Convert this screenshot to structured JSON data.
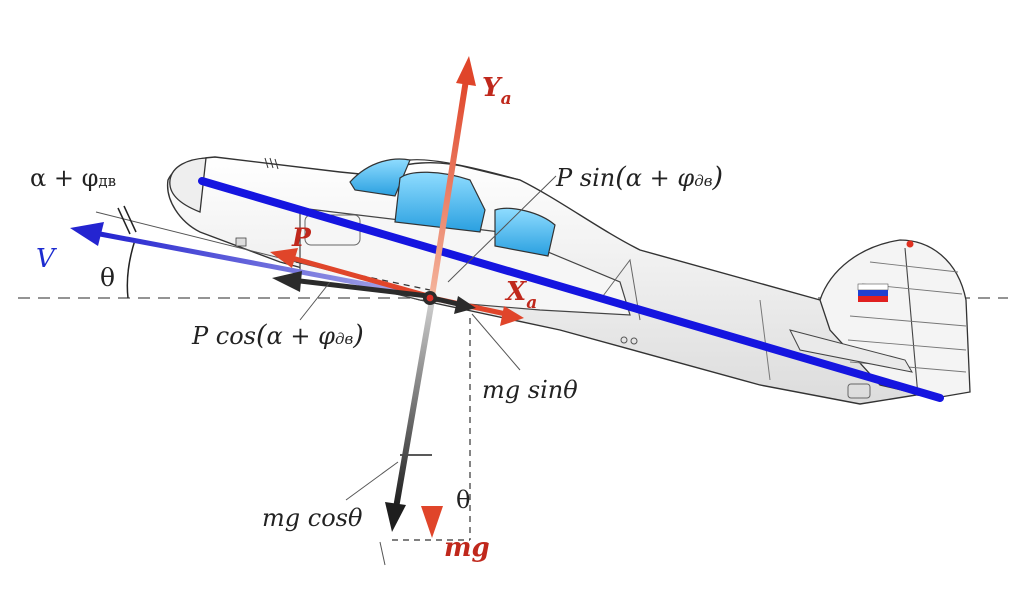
{
  "colors": {
    "force_red": "#e0452a",
    "velocity_blue": "#2a2ad8",
    "fuselage_stripe": "#1515e0",
    "canopy": "#37b6f0",
    "dark_arrow": "#2b2b2b"
  },
  "labels": {
    "lift": {
      "main": "Y",
      "sub": "a"
    },
    "drag": {
      "main": "X",
      "sub": "a"
    },
    "thrust": "P",
    "velocity": "V",
    "weight": "mg",
    "p_sin": {
      "pre": "P sin",
      "open": "(",
      "alpha": "α",
      "plus": " + ",
      "phi": "φ",
      "sub": "дв",
      "close": ")"
    },
    "p_cos": {
      "pre": "P cos",
      "open": "(",
      "alpha": "α",
      "plus": " + ",
      "phi": "φ",
      "sub": "дв",
      "close": ")"
    },
    "alpha_phi": {
      "alpha": "α",
      "plus": " + ",
      "phi": "φ",
      "sub": "дв"
    },
    "theta_left": "θ",
    "theta_bottom": "θ",
    "mg_sin": {
      "pre": "mg sin",
      "theta": "θ"
    },
    "mg_cos": {
      "pre": "mg cos",
      "theta": "θ"
    }
  }
}
